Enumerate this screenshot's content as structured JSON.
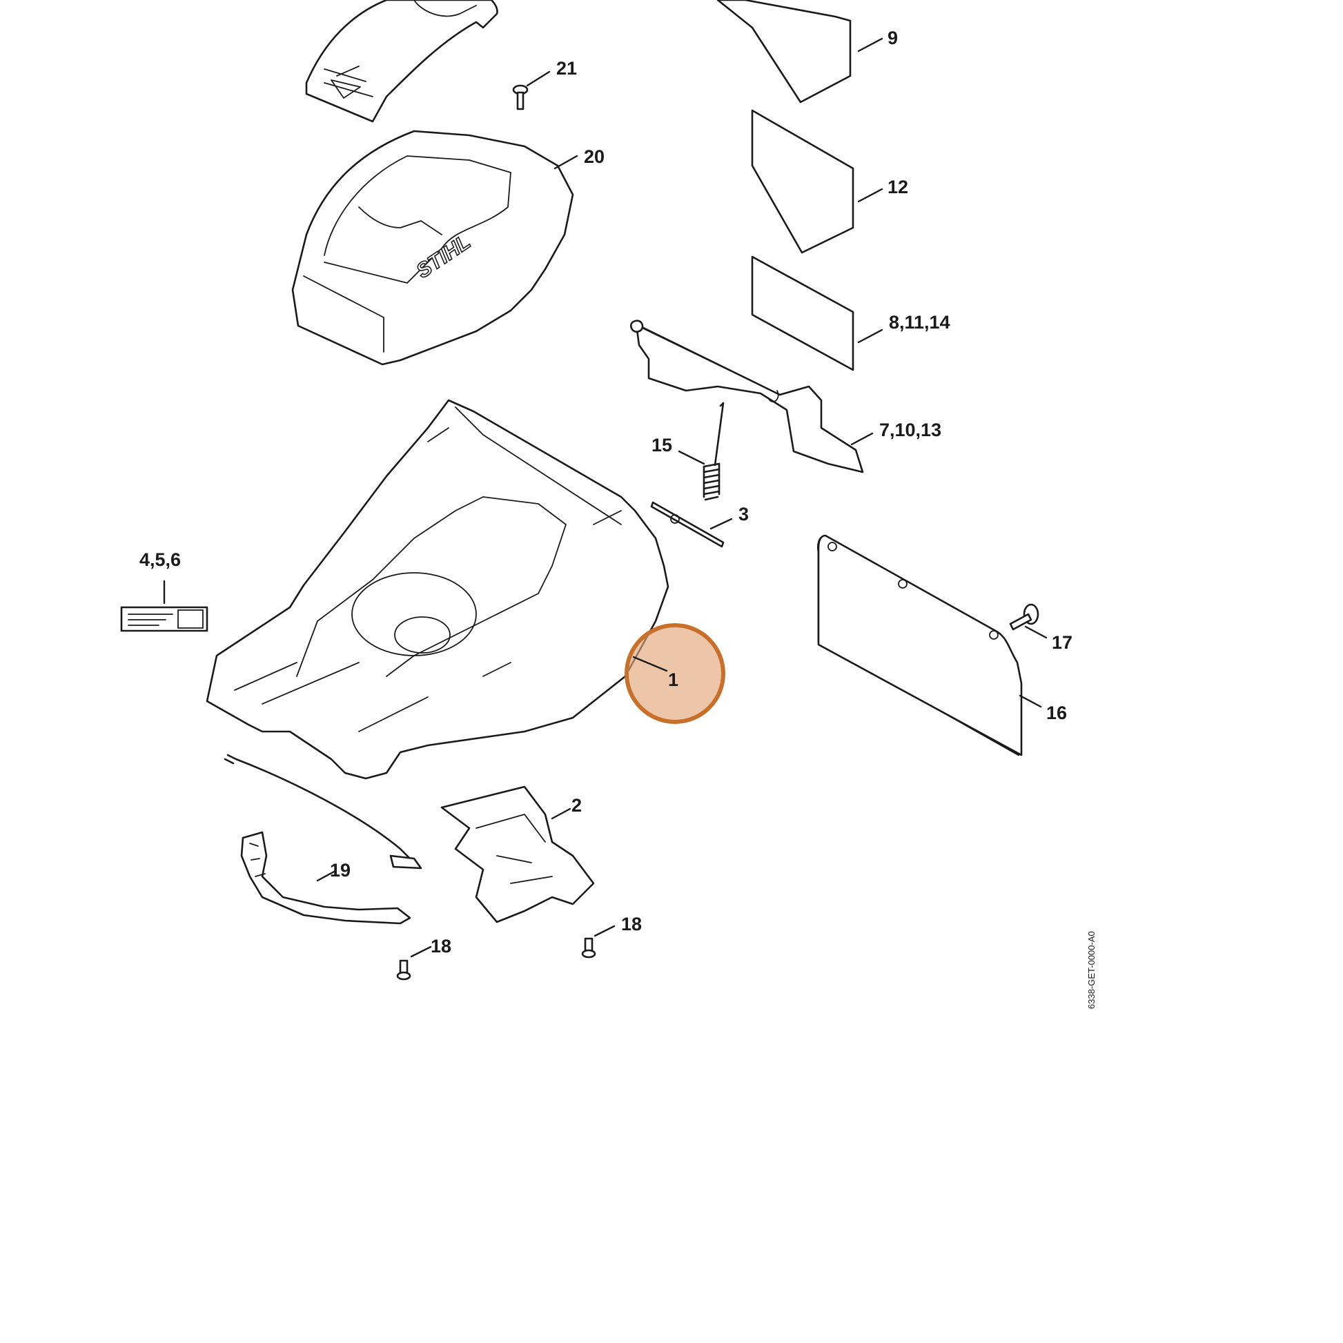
{
  "diagram": {
    "brand_text": "STIHL",
    "drawing_code": "6338-GET-0000-A0",
    "highlight_color": "#c8702a",
    "callouts": [
      {
        "id": "9",
        "label": "9"
      },
      {
        "id": "21",
        "label": "21"
      },
      {
        "id": "20",
        "label": "20"
      },
      {
        "id": "12",
        "label": "12"
      },
      {
        "id": "8-11-14",
        "label": "8,11,14"
      },
      {
        "id": "7-10-13",
        "label": "7,10,13"
      },
      {
        "id": "15",
        "label": "15"
      },
      {
        "id": "3",
        "label": "3"
      },
      {
        "id": "4-5-6",
        "label": "4,5,6"
      },
      {
        "id": "17",
        "label": "17"
      },
      {
        "id": "1",
        "label": "1",
        "highlighted": true
      },
      {
        "id": "16",
        "label": "16"
      },
      {
        "id": "2",
        "label": "2"
      },
      {
        "id": "19",
        "label": "19"
      },
      {
        "id": "18a",
        "label": "18"
      },
      {
        "id": "18b",
        "label": "18"
      }
    ]
  }
}
